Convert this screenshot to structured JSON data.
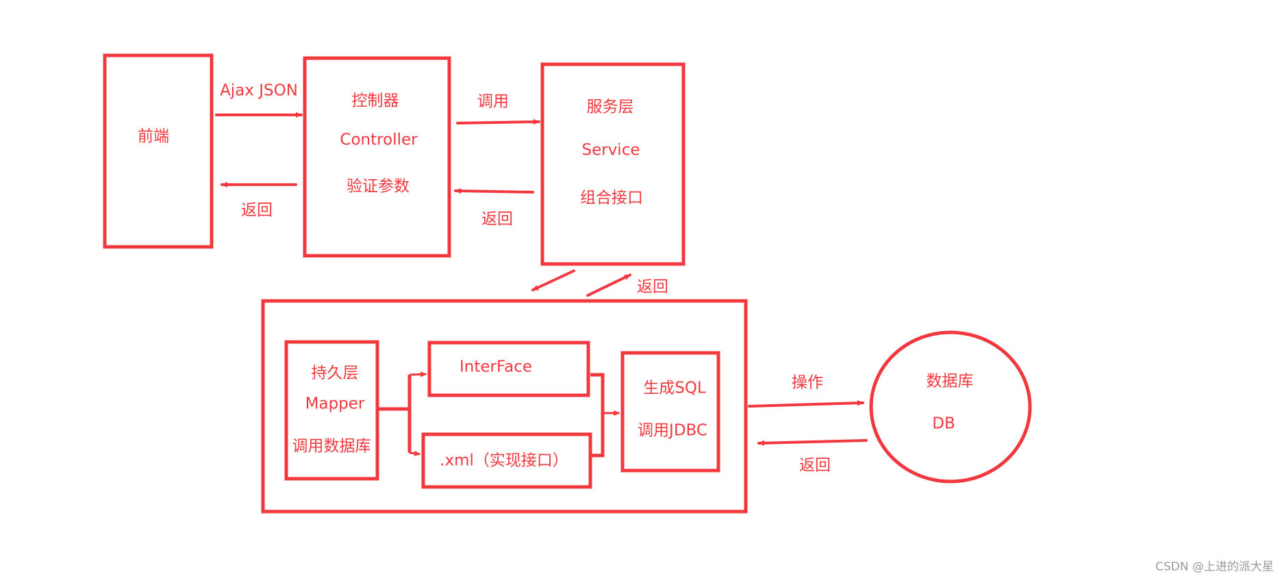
{
  "colors": {
    "stroke": "#f0383e",
    "text": "#f0383e",
    "background": "#ffffff"
  },
  "nodes": {
    "frontend": {
      "label": "前端"
    },
    "controller": {
      "line1": "控制器",
      "line2": "Controller",
      "line3": "验证参数"
    },
    "service": {
      "line1": "服务层",
      "line2": "Service",
      "line3": "组合接口"
    },
    "persistence": {
      "line1": "持久层",
      "line2": "Mapper",
      "line3": "调用数据库"
    },
    "interface": {
      "label": "InterFace"
    },
    "xml": {
      "label": ".xml（实现接口）"
    },
    "sql": {
      "line1": "生成SQL",
      "line2": "调用JDBC"
    },
    "database": {
      "line1": "数据库",
      "line2": "DB"
    }
  },
  "edges": {
    "ajax_json": "Ajax   JSON",
    "return_1": "返回",
    "call": "调用",
    "return_2": "返回",
    "return_3": "返回",
    "operate": "操作",
    "return_4": "返回"
  },
  "watermark": "CSDN @上进的派大星"
}
